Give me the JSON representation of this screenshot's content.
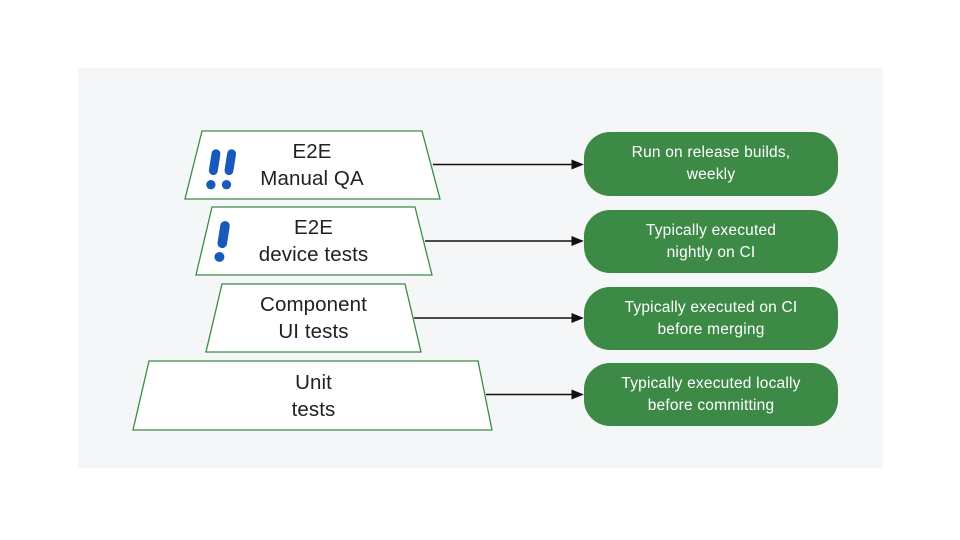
{
  "colors": {
    "green": "#3D8A47",
    "blue": "#185ABC",
    "panel": "#F4F6F7",
    "ink": "#202124",
    "arrow": "#111111"
  },
  "diagram": {
    "levels": [
      {
        "id": "e2e-manual-qa",
        "label": "E2E\nManual QA",
        "priority_icon": "double-exclamation",
        "annotation": "Run on release builds,\nweekly"
      },
      {
        "id": "e2e-device-tests",
        "label": "E2E\ndevice tests",
        "priority_icon": "single-exclamation",
        "annotation": "Typically executed\nnightly on CI"
      },
      {
        "id": "component-ui-tests",
        "label": "Component\nUI tests",
        "priority_icon": "none",
        "annotation": "Typically executed on CI\nbefore merging"
      },
      {
        "id": "unit-tests",
        "label": "Unit\ntests",
        "priority_icon": "none",
        "annotation": "Typically executed locally\nbefore committing"
      }
    ]
  }
}
